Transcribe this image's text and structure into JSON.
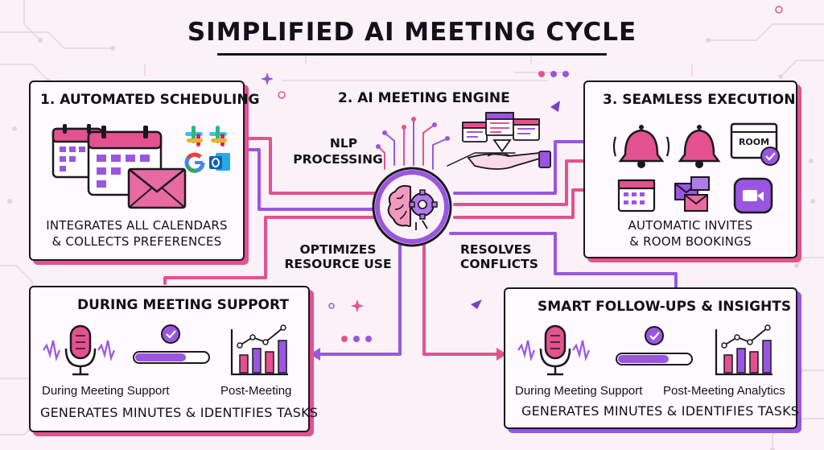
{
  "title": "SIMPLIFIED AI MEETING CYCLE",
  "colors": {
    "pink": "#e3528f",
    "purple": "#9a56e0",
    "ink": "#1c1620",
    "bg": "#faf2f6"
  },
  "scheduling": {
    "heading": "1. AUTOMATED SCHEDULING",
    "caption_1": "INTEGRATES ALL CALENDARS",
    "caption_2": "& COLLECTS PREFERENCES",
    "icons": [
      "calendar-icon",
      "calendar-icon",
      "envelope-icon",
      "slack-icon",
      "slack-icon",
      "google-icon",
      "outlook-icon"
    ]
  },
  "engine": {
    "heading": "2. AI MEETING ENGINE",
    "nlp_1": "NLP",
    "nlp_2": "PROCESSING",
    "icons": [
      "brain-gear-icon",
      "hand-icon",
      "calendar-icon"
    ]
  },
  "execution": {
    "heading": "3. SEAMLESS EXECUTION",
    "caption_1": "AUTOMATIC INVITES",
    "caption_2": "& ROOM BOOKINGS",
    "room_label": "ROOM",
    "icons": [
      "bell-icon",
      "bell-icon",
      "room-icon",
      "calendar-icon",
      "envelope-icon",
      "video-icon"
    ]
  },
  "labels": {
    "optimizes_1": "OPTIMIZES",
    "optimizes_2": "RESOURCE USE",
    "resolves_1": "RESOLVES",
    "resolves_2": "CONFLICTS"
  },
  "during": {
    "heading": "DURING MEETING SUPPORT",
    "label_left": "During Meeting Support",
    "label_right": "Post-Meeting",
    "caption": "GENERATES MINUTES & IDENTIFIES TASKS",
    "progress": 0.7
  },
  "followups": {
    "heading": "SMART FOLLOW-UPS & INSIGHTS",
    "label_left": "During Meeting Support",
    "label_right": "Post-Meeting Analytics",
    "caption": "GENERATES MINUTES & IDENTIFIES TASKS",
    "progress": 0.7
  }
}
